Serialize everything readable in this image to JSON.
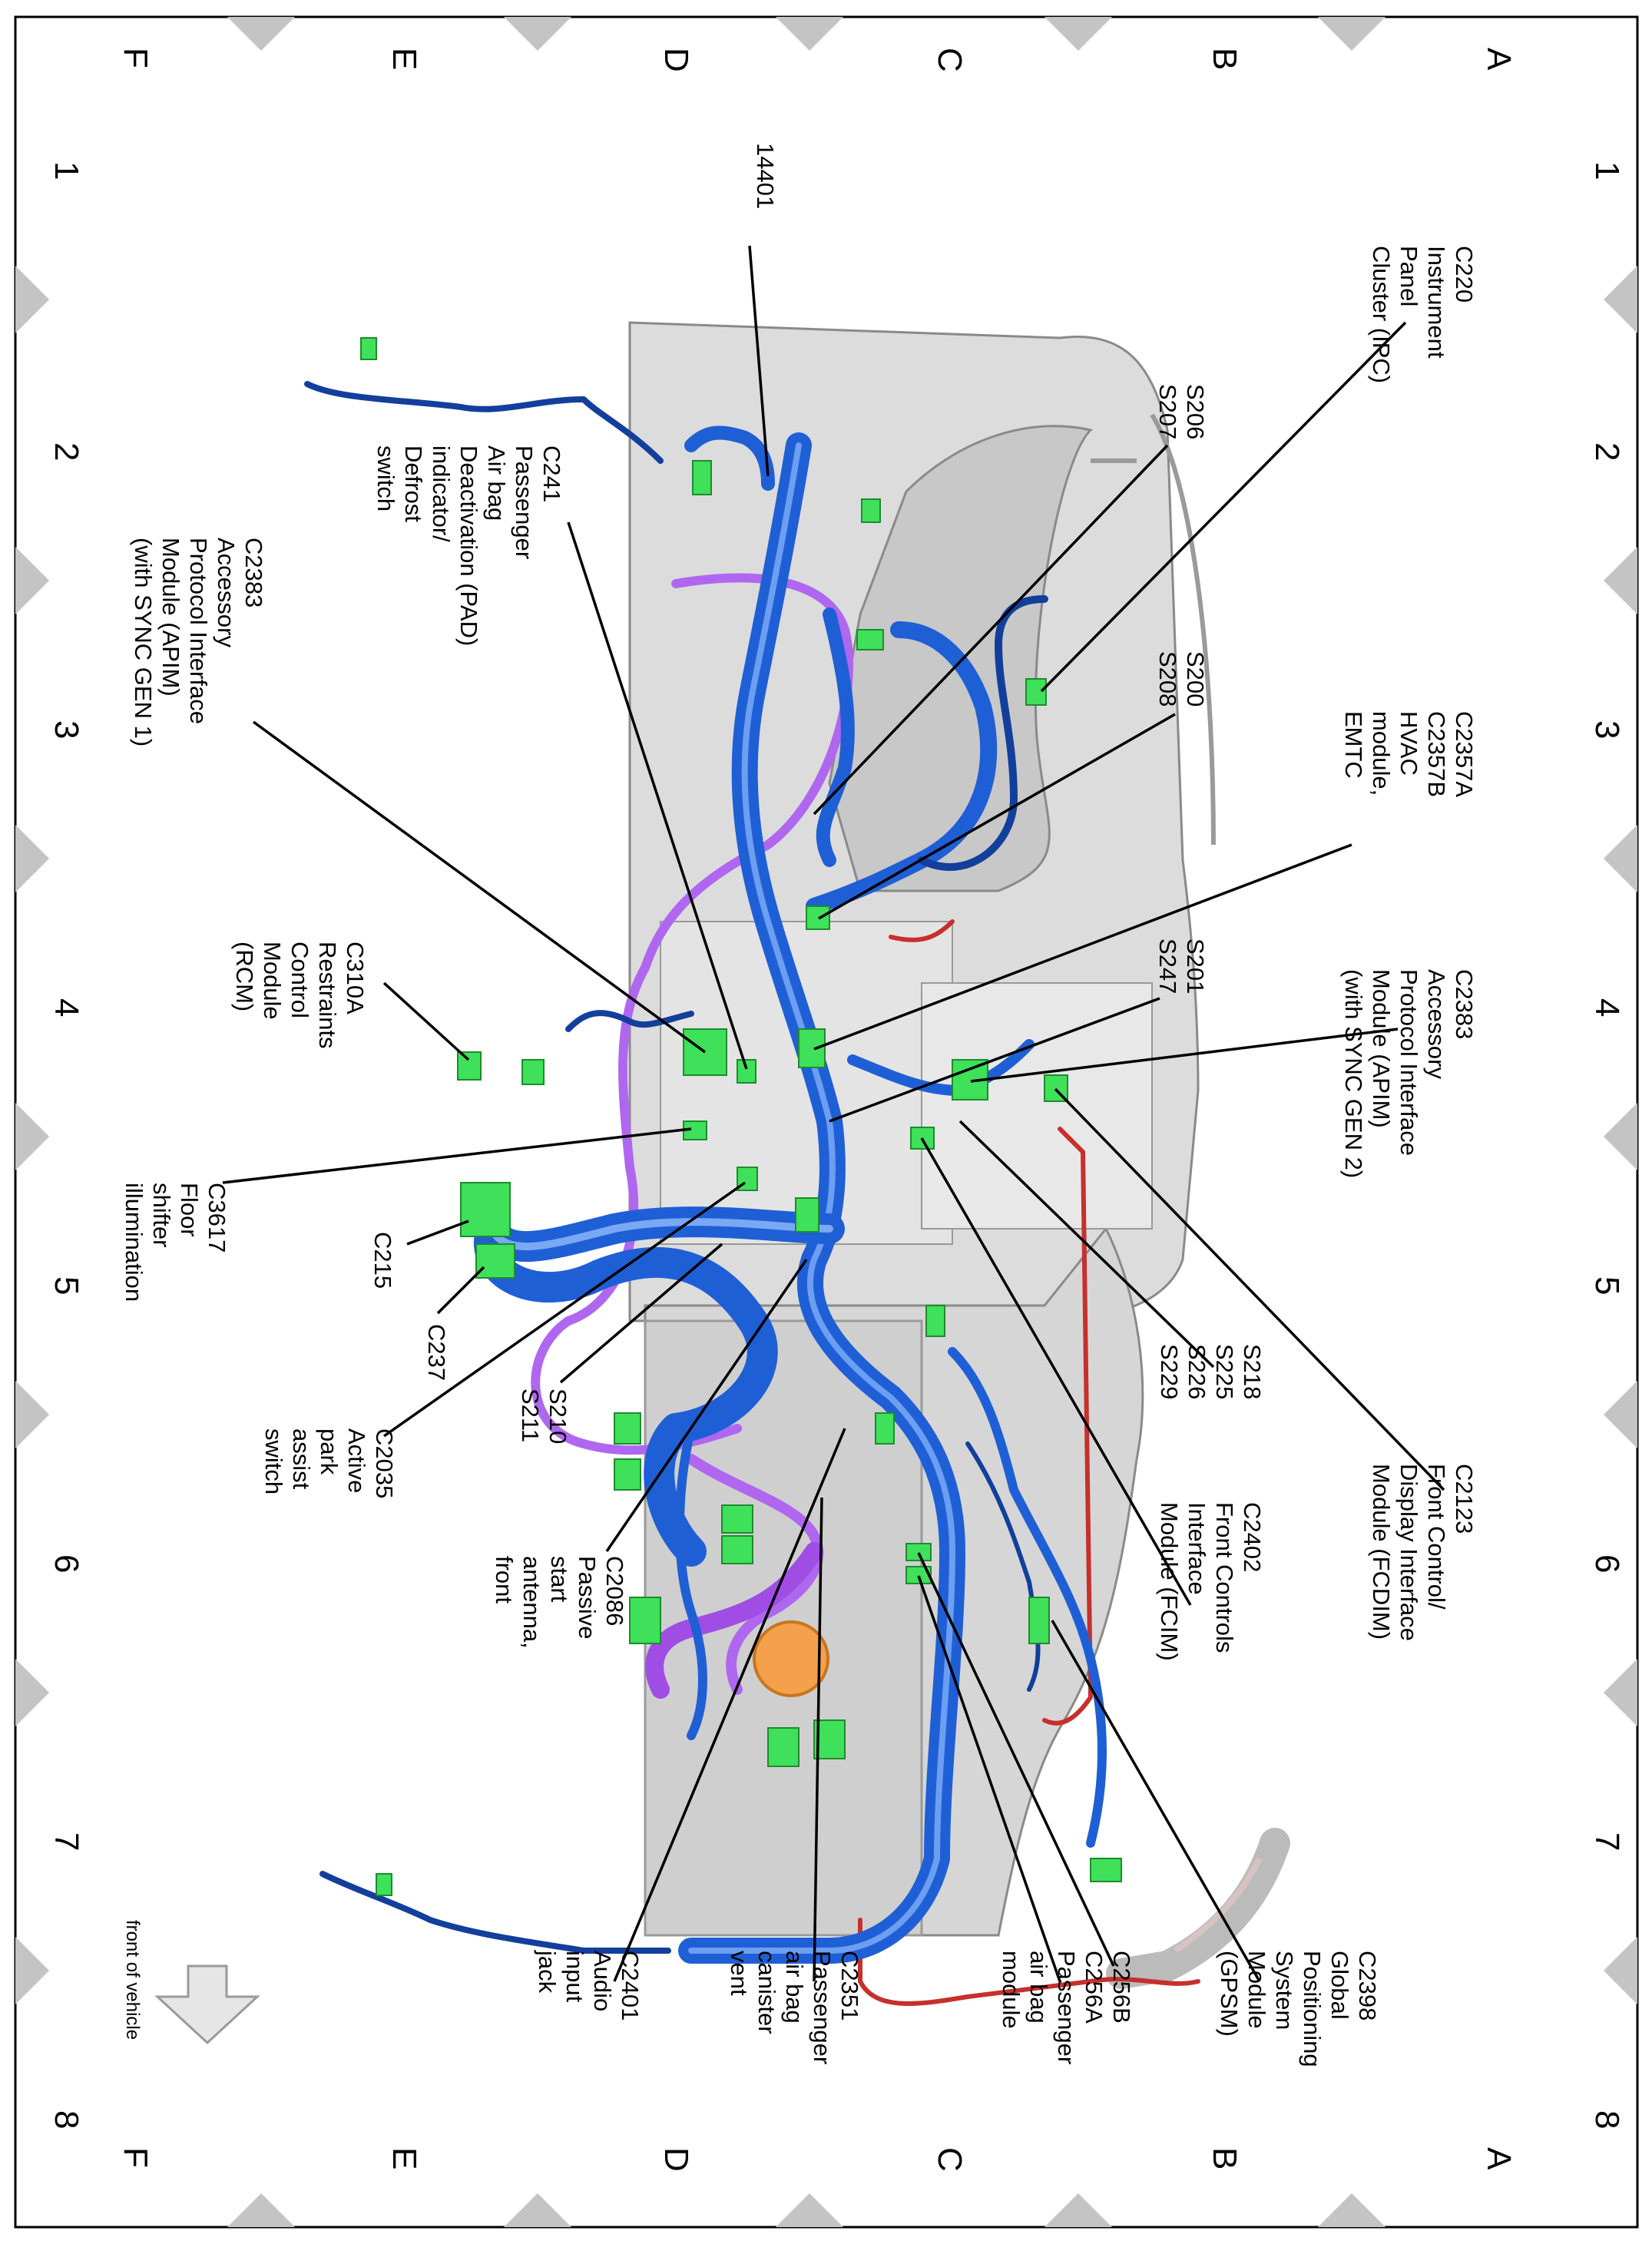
{
  "grid": {
    "columns": [
      "1",
      "2",
      "3",
      "4",
      "5",
      "6",
      "7",
      "8"
    ],
    "rows": [
      "A",
      "B",
      "C",
      "D",
      "E",
      "F"
    ]
  },
  "callouts": [
    {
      "id": "c220",
      "lines": [
        "C220",
        "Instrument",
        "Panel",
        "Cluster (IPC)"
      ]
    },
    {
      "id": "h14401",
      "lines": [
        "14401"
      ]
    },
    {
      "id": "s206",
      "lines": [
        "S206",
        "S207"
      ]
    },
    {
      "id": "s200",
      "lines": [
        "S200",
        "S208"
      ]
    },
    {
      "id": "c2357",
      "lines": [
        "C2357A",
        "C2357B",
        "HVAC",
        "module,",
        "EMTC"
      ]
    },
    {
      "id": "s201",
      "lines": [
        "S201",
        "S247"
      ]
    },
    {
      "id": "c2383b",
      "lines": [
        "C2383",
        "Accessory",
        "Protocol Interface",
        "Module (APIM)",
        "(with SYNC GEN 2)"
      ]
    },
    {
      "id": "s218",
      "lines": [
        "S218",
        "S225",
        "S226",
        "S229"
      ]
    },
    {
      "id": "c2402",
      "lines": [
        "C2402",
        "Front Controls",
        "Interface",
        "Module (FCIM)"
      ]
    },
    {
      "id": "c2123",
      "lines": [
        "C2123",
        "Front Control/",
        "Display Interface",
        "Module (FCDIM)"
      ]
    },
    {
      "id": "c2398",
      "lines": [
        "C2398",
        "Global",
        "Positioning",
        "System",
        "Module",
        "(GPSM)"
      ]
    },
    {
      "id": "c256",
      "lines": [
        "C256B",
        "C256A",
        "Passenger",
        "air bag",
        "module"
      ]
    },
    {
      "id": "c2351",
      "lines": [
        "C2351",
        "Passenger",
        "air bag",
        "canister",
        "vent"
      ]
    },
    {
      "id": "c2401",
      "lines": [
        "C2401",
        "Audio",
        "input",
        "jack"
      ]
    },
    {
      "id": "c241",
      "lines": [
        "C241",
        "Passenger",
        "Air bag",
        "Deactivation (PAD)",
        "indicator/",
        "Defrost",
        "switch"
      ]
    },
    {
      "id": "c2383a",
      "lines": [
        "C2383",
        "Accessory",
        "Protocol Interface",
        "Module (APIM)",
        "(with SYNC GEN 1)"
      ]
    },
    {
      "id": "c310a",
      "lines": [
        "C310A",
        "Restraints",
        "Control",
        "Module",
        "(RCM)"
      ]
    },
    {
      "id": "c3617",
      "lines": [
        "C3617",
        "Floor",
        "shifter",
        "illumination"
      ]
    },
    {
      "id": "c215",
      "lines": [
        "C215"
      ]
    },
    {
      "id": "c237",
      "lines": [
        "C237"
      ]
    },
    {
      "id": "c2035",
      "lines": [
        "C2035",
        "Active",
        "park",
        "assist",
        "switch"
      ]
    },
    {
      "id": "s210",
      "lines": [
        "S210",
        "S211"
      ]
    },
    {
      "id": "c2086",
      "lines": [
        "C2086",
        "Passive",
        "start",
        "antenna,",
        "front"
      ]
    }
  ],
  "front_label": "front of vehicle",
  "colors": {
    "harness_main": "#1f5fd6",
    "harness_dark": "#123f9c",
    "harness_purple": "#b067f0",
    "harness_red": "#c6302c",
    "connector": "#3fe05a",
    "panel_gray": "#d9d9d9",
    "triangle_gray": "#c4c4c4"
  }
}
